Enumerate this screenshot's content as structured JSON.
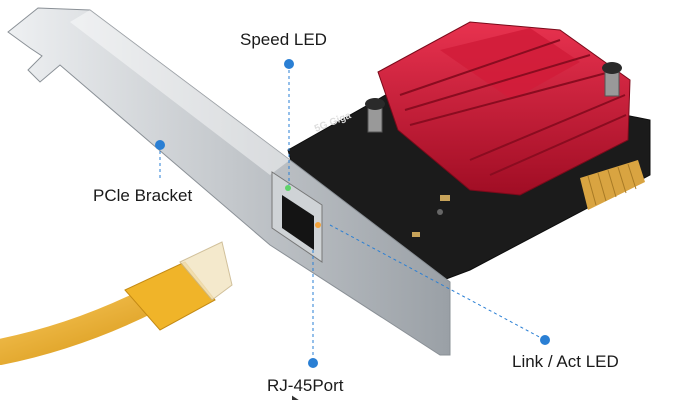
{
  "labels": {
    "speed_led": "Speed LED",
    "pcie_bracket": "PCle Bracket",
    "rj45_port": "RJ-45Port",
    "link_act_led": "Link / Act LED"
  },
  "pcb_text": "5G Giga",
  "colors": {
    "callout_dot": "#2a7fd4",
    "heatsink": "#c8102e",
    "pcb": "#1b1b1b",
    "gold_contacts": "#d9a441",
    "bracket": "#c9cdd1",
    "cable": "#f0b429"
  },
  "icons": [
    "callout-dot-icon"
  ]
}
